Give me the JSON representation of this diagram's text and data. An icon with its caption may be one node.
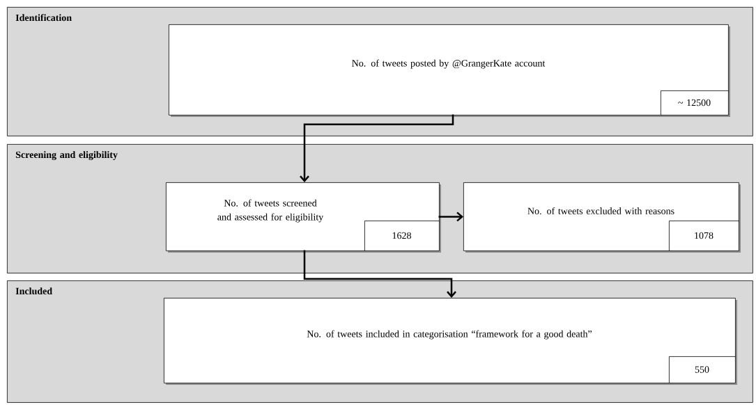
{
  "diagram": {
    "nodes": [
      {
        "text": [
          "Identification"
        ]
      },
      {
        "text": [
          "No. of tweets posted by @GrangerKate account"
        ],
        "in": 0
      },
      {
        "text": [
          "~ 12500"
        ],
        "in": 1
      },
      {
        "text": [
          "Screening and eligibility"
        ]
      },
      {
        "text": [
          "No. of tweets screened and assessed for eligibility"
        ],
        "in": 3
      },
      {
        "text": [
          "1628"
        ],
        "in": 4
      },
      {
        "text": [
          "No. of tweets excluded with reasons"
        ],
        "in": 3
      },
      {
        "text": [
          "1078"
        ],
        "in": 6
      },
      {
        "text": [
          "Included"
        ]
      },
      {
        "text": [
          "No. of tweets included in categorisation “framework for a good death”"
        ],
        "in": 8
      },
      {
        "text": [
          "550"
        ],
        "in": 9
      }
    ],
    "edges": [
      {
        "from": 1,
        "to": 4,
        "arrow": "to"
      },
      {
        "from": 4,
        "to": 6,
        "arrow": "to"
      },
      {
        "from": 4,
        "to": 9,
        "arrow": "to"
      }
    ]
  }
}
